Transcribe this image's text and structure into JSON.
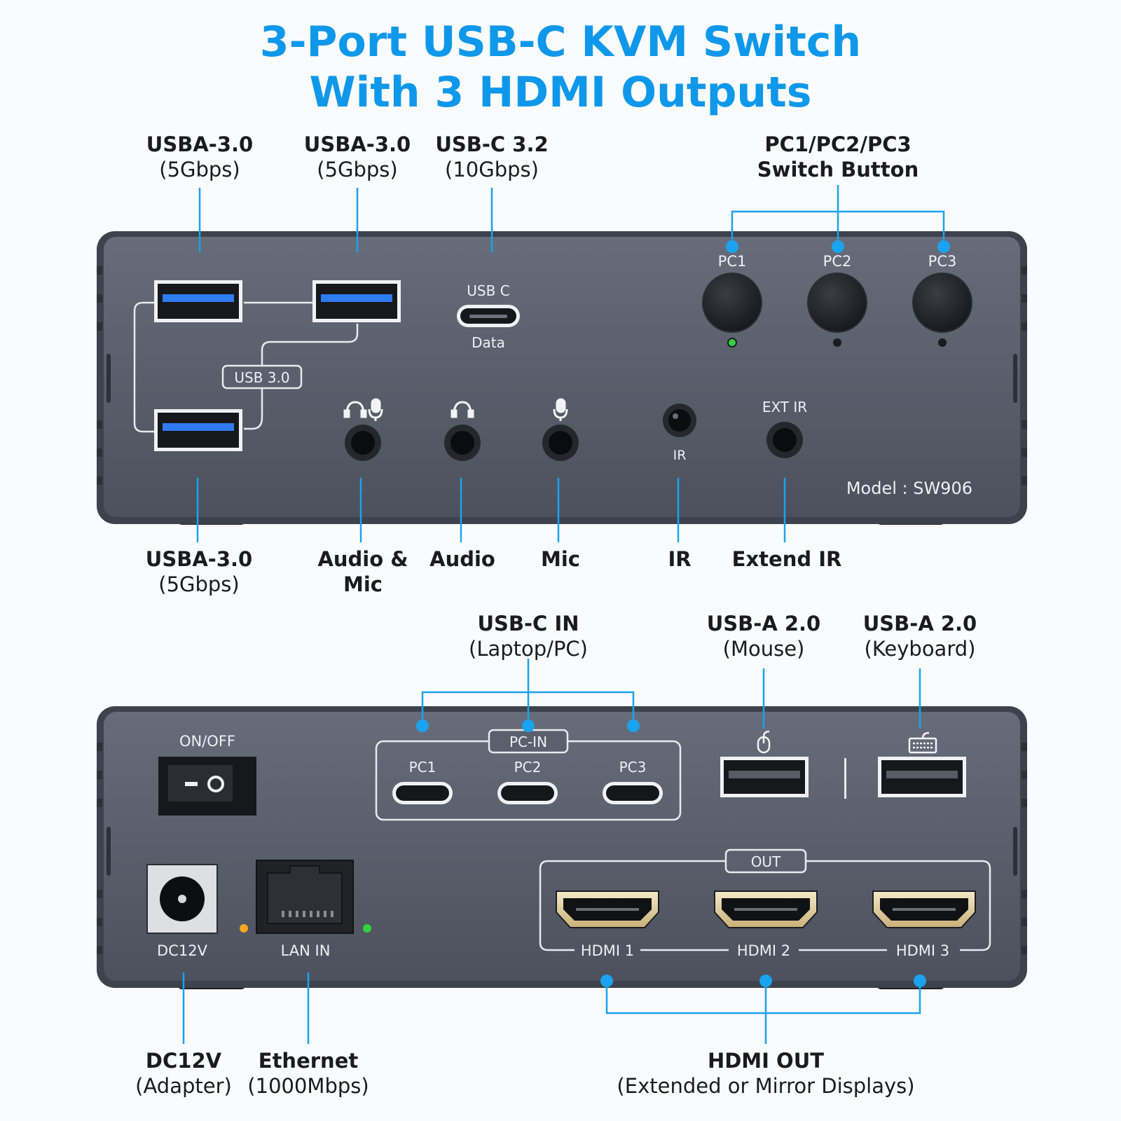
{
  "title": {
    "line1": "3-Port USB-C KVM Switch",
    "line2": "With 3 HDMI Outputs"
  },
  "colors": {
    "accent": "#0f98ea",
    "panel": "#5a606e",
    "panel_edge": "#3e434e",
    "port_blue": "#2f7bf0",
    "led_green": "#33d13f",
    "led_orange": "#f5a623"
  },
  "front_callouts": [
    {
      "title": "USBA-3.0",
      "sub": "(5Gbps)"
    },
    {
      "title": "USBA-3.0",
      "sub": "(5Gbps)"
    },
    {
      "title": "USB-C 3.2",
      "sub": "(10Gbps)"
    },
    {
      "title": "PC1/PC2/PC3",
      "sub": "Switch Button"
    },
    {
      "title": "USBA-3.0",
      "sub": "(5Gbps)"
    },
    {
      "title": "Audio &",
      "sub": "Mic"
    },
    {
      "title": "Audio",
      "sub": ""
    },
    {
      "title": "Mic",
      "sub": ""
    },
    {
      "title": "IR",
      "sub": ""
    },
    {
      "title": "Extend IR",
      "sub": ""
    }
  ],
  "back_callouts": [
    {
      "title": "USB-C IN",
      "sub": "(Laptop/PC)"
    },
    {
      "title": "USB-A 2.0",
      "sub": "(Mouse)"
    },
    {
      "title": "USB-A 2.0",
      "sub": "(Keyboard)"
    },
    {
      "title": "DC12V",
      "sub": "(Adapter)"
    },
    {
      "title": "Ethernet",
      "sub": "(1000Mbps)"
    },
    {
      "title": "HDMI OUT",
      "sub": "(Extended or Mirror Displays)"
    }
  ],
  "front_panel": {
    "usb30_label": "USB 3.0",
    "usbc_label": "USB C",
    "usbc_sub": "Data",
    "pc_buttons": [
      "PC1",
      "PC2",
      "PC3"
    ],
    "active_pc": "PC1",
    "ir_label": "IR",
    "ext_ir_label": "EXT IR",
    "model": "Model : SW906"
  },
  "back_panel": {
    "power_label": "ON/OFF",
    "pc_in_label": "PC-IN",
    "pc_in_ports": [
      "PC1",
      "PC2",
      "PC3"
    ],
    "dc_label": "DC12V",
    "lan_label": "LAN IN",
    "out_label": "OUT",
    "hdmi_ports": [
      "HDMI 1",
      "HDMI 2",
      "HDMI 3"
    ]
  }
}
